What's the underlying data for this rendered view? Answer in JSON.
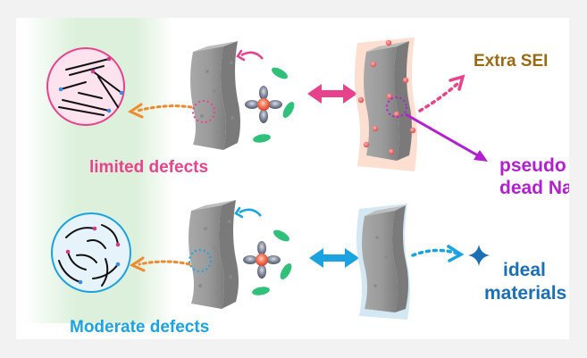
{
  "colors": {
    "pink": "#e8428c",
    "blue": "#1aa3e0",
    "gold": "#9a6a12",
    "purple": "#b21ed0",
    "orange": "#ee8a2f",
    "green": "#2fc07a",
    "block_gray": "#9c9c9c"
  },
  "labels": {
    "limited_defects": "limited defects",
    "moderate_defects": "Moderate defects",
    "extra_sei": "Extra SEI",
    "pseudo": "pseudo",
    "dead_na": "dead Na",
    "ideal": "ideal",
    "materials": "materials"
  },
  "icons": {
    "reversible_arrow": "double-headed-arrow",
    "ion_cluster": "sodium-ion-with-solvent",
    "sparkle": "four-point-star"
  }
}
